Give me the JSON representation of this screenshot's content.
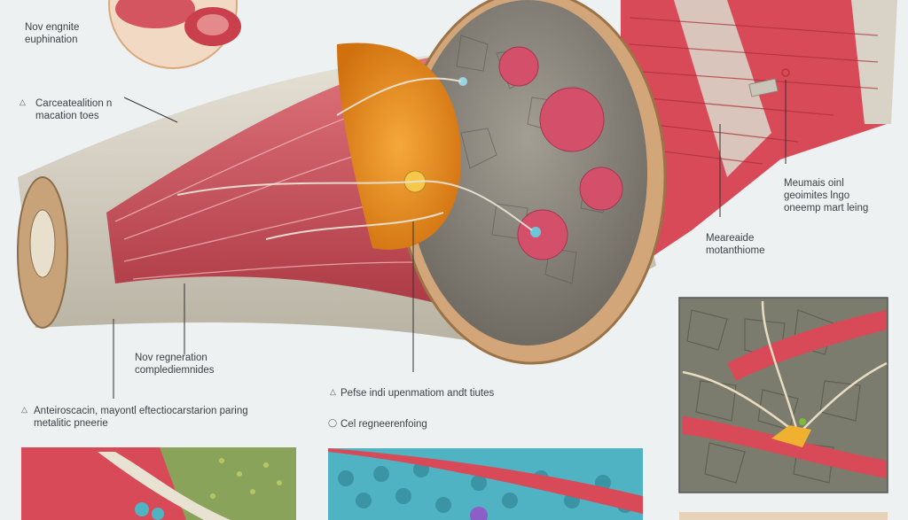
{
  "labels": {
    "top_left": [
      "Nov engnite",
      "euphination"
    ],
    "left_mid": [
      "Carceatealition n",
      "macation toes"
    ],
    "center_bottom": [
      "Nov regneration",
      "complediemnides"
    ],
    "bottom_left": [
      "Anteiroscacin, mayontl eftectiocarstarion paring",
      "metalitic pneerie"
    ],
    "center_lower": [
      "Pefse indi upenmatiom andt tiutes"
    ],
    "center_lowest": [
      "Cel regneerenfoing"
    ],
    "right_upper": [
      "Meumais oinl",
      "geoimites lngo",
      "oneemp mart leing"
    ],
    "right_mid": [
      "Meareaide",
      "motanthiome"
    ]
  },
  "colors": {
    "muscle": "#c9404c",
    "muscle_light": "#e47a80",
    "sheath": "#d8d3c6",
    "fat": "#e88a1c",
    "cells": "#8f8b82",
    "pink_nodule": "#d4506a",
    "tissue_tan": "#d2a679",
    "blue_cells": "#4fb3c3"
  }
}
